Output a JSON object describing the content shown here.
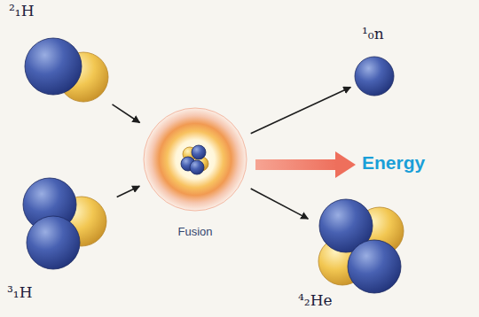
{
  "diagram": {
    "nodes": [
      {
        "text": [
          "²₁H"
        ]
      },
      {
        "text": [
          "³₁H"
        ]
      },
      {
        "text": [
          "Fusion"
        ]
      },
      {
        "text": [
          "¹₀n"
        ]
      },
      {
        "text": [
          "⁴₂He"
        ]
      }
    ],
    "edges": [
      {
        "from": 0,
        "to": 2,
        "arrow": "to"
      },
      {
        "from": 1,
        "to": 2,
        "arrow": "to"
      },
      {
        "from": 2,
        "to": 3,
        "arrow": "to"
      },
      {
        "from": 2,
        "to": 4,
        "arrow": "to"
      }
    ],
    "labels": [
      "Energy"
    ]
  }
}
